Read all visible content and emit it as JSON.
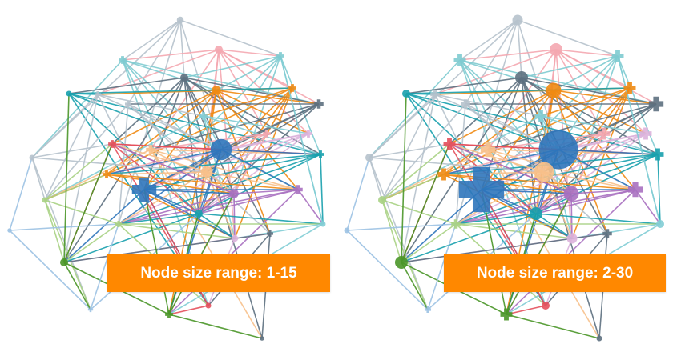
{
  "title": "Network graph node size range comparison",
  "panels": [
    {
      "id": "left",
      "caption": "Node size range: 1-15",
      "size_range": [
        1,
        15
      ]
    },
    {
      "id": "right",
      "caption": "Node size range: 2-30",
      "size_range": [
        2,
        30
      ]
    }
  ],
  "colors": {
    "light-gray": "#b6c2cc",
    "pink": "#f4a7b0",
    "light-teal": "#7ecbd0",
    "dark-slate": "#5d7080",
    "orange": "#f08a12",
    "teal": "#17a0ad",
    "light-cyan": "#82cdd5",
    "lavender": "#dcb3db",
    "red": "#e4505c",
    "peach": "#f7c08a",
    "blue": "#2f76bb",
    "purple": "#a870c0",
    "light-green": "#a8d184",
    "light-blue": "#9cc2e3",
    "green": "#4a9628",
    "label-bg": "#ff8800",
    "label-text": "#ffffff"
  },
  "nodes": [
    {
      "id": 0,
      "shape": "circle",
      "color": "light-gray",
      "size": 3
    },
    {
      "id": 1,
      "shape": "circle",
      "color": "pink",
      "size": 4
    },
    {
      "id": 2,
      "shape": "cross",
      "color": "light-teal",
      "size": 3
    },
    {
      "id": 3,
      "shape": "cross",
      "color": "light-teal",
      "size": 3
    },
    {
      "id": 4,
      "shape": "circle",
      "color": "dark-slate",
      "size": 4
    },
    {
      "id": 5,
      "shape": "circle",
      "color": "orange",
      "size": 5
    },
    {
      "id": 6,
      "shape": "cross",
      "color": "orange",
      "size": 3
    },
    {
      "id": 7,
      "shape": "cross",
      "color": "dark-slate",
      "size": 4
    },
    {
      "id": 8,
      "shape": "circle",
      "color": "teal",
      "size": 2
    },
    {
      "id": 9,
      "shape": "cross",
      "color": "light-gray",
      "size": 2
    },
    {
      "id": 10,
      "shape": "cross",
      "color": "light-gray",
      "size": 2
    },
    {
      "id": 11,
      "shape": "cross",
      "color": "light-cyan",
      "size": 3
    },
    {
      "id": 12,
      "shape": "cross",
      "color": "pink",
      "size": 3
    },
    {
      "id": 13,
      "shape": "cross",
      "color": "lavender",
      "size": 3
    },
    {
      "id": 14,
      "shape": "cross",
      "color": "red",
      "size": 3
    },
    {
      "id": 15,
      "shape": "cross",
      "color": "peach",
      "size": 4
    },
    {
      "id": 16,
      "shape": "circle",
      "color": "blue",
      "size": 15
    },
    {
      "id": 17,
      "shape": "cross",
      "color": "teal",
      "size": 3
    },
    {
      "id": 18,
      "shape": "circle",
      "color": "light-gray",
      "size": 2
    },
    {
      "id": 19,
      "shape": "cross",
      "color": "orange",
      "size": 3
    },
    {
      "id": 20,
      "shape": "circle",
      "color": "peach",
      "size": 7
    },
    {
      "id": 21,
      "shape": "cross",
      "color": "blue",
      "size": 15
    },
    {
      "id": 22,
      "shape": "circle",
      "color": "purple",
      "size": 5
    },
    {
      "id": 23,
      "shape": "cross",
      "color": "purple",
      "size": 4
    },
    {
      "id": 24,
      "shape": "circle",
      "color": "light-green",
      "size": 2
    },
    {
      "id": 25,
      "shape": "circle",
      "color": "teal",
      "size": 4
    },
    {
      "id": 26,
      "shape": "cross",
      "color": "light-green",
      "size": 2
    },
    {
      "id": 27,
      "shape": "circle",
      "color": "light-cyan",
      "size": 2
    },
    {
      "id": 28,
      "shape": "circle",
      "color": "light-blue",
      "size": 1
    },
    {
      "id": 29,
      "shape": "circle",
      "color": "lavender",
      "size": 3
    },
    {
      "id": 30,
      "shape": "cross",
      "color": "dark-slate",
      "size": 2
    },
    {
      "id": 31,
      "shape": "circle",
      "color": "green",
      "size": 4
    },
    {
      "id": 32,
      "shape": "cross",
      "color": "light-blue",
      "size": 1
    },
    {
      "id": 33,
      "shape": "circle",
      "color": "red",
      "size": 2
    },
    {
      "id": 34,
      "shape": "cross",
      "color": "green",
      "size": 3
    },
    {
      "id": 35,
      "shape": "circle",
      "color": "dark-slate",
      "size": 1
    }
  ],
  "edges": [
    [
      0,
      3
    ],
    [
      0,
      2
    ],
    [
      0,
      4
    ],
    [
      0,
      18
    ],
    [
      0,
      10
    ],
    [
      0,
      16
    ],
    [
      0,
      26
    ],
    [
      1,
      3
    ],
    [
      1,
      2
    ],
    [
      1,
      9
    ],
    [
      1,
      6
    ],
    [
      1,
      7
    ],
    [
      1,
      12
    ],
    [
      1,
      20
    ],
    [
      1,
      13
    ],
    [
      1,
      15
    ],
    [
      1,
      29
    ],
    [
      1,
      25
    ],
    [
      2,
      4
    ],
    [
      2,
      5
    ],
    [
      2,
      16
    ],
    [
      2,
      21
    ],
    [
      2,
      22
    ],
    [
      2,
      27
    ],
    [
      2,
      17
    ],
    [
      3,
      5
    ],
    [
      3,
      16
    ],
    [
      3,
      22
    ],
    [
      3,
      25
    ],
    [
      3,
      18
    ],
    [
      3,
      7
    ],
    [
      3,
      33
    ],
    [
      4,
      7
    ],
    [
      4,
      17
    ],
    [
      4,
      25
    ],
    [
      4,
      14
    ],
    [
      4,
      21
    ],
    [
      4,
      30
    ],
    [
      4,
      35
    ],
    [
      4,
      8
    ],
    [
      4,
      22
    ],
    [
      4,
      12
    ],
    [
      4,
      31
    ],
    [
      5,
      6
    ],
    [
      5,
      7
    ],
    [
      5,
      14
    ],
    [
      5,
      21
    ],
    [
      5,
      25
    ],
    [
      5,
      19
    ],
    [
      5,
      23
    ],
    [
      5,
      30
    ],
    [
      5,
      34
    ],
    [
      5,
      9
    ],
    [
      5,
      13
    ],
    [
      6,
      11
    ],
    [
      6,
      20
    ],
    [
      6,
      25
    ],
    [
      6,
      22
    ],
    [
      6,
      19
    ],
    [
      6,
      29
    ],
    [
      7,
      16
    ],
    [
      7,
      25
    ],
    [
      7,
      21
    ],
    [
      7,
      20
    ],
    [
      7,
      15
    ],
    [
      7,
      10
    ],
    [
      8,
      9
    ],
    [
      8,
      17
    ],
    [
      8,
      25
    ],
    [
      8,
      16
    ],
    [
      8,
      33
    ],
    [
      8,
      6
    ],
    [
      9,
      24
    ],
    [
      9,
      31
    ],
    [
      9,
      16
    ],
    [
      9,
      21
    ],
    [
      9,
      11
    ],
    [
      9,
      18
    ],
    [
      10,
      22
    ],
    [
      10,
      23
    ],
    [
      10,
      26
    ],
    [
      10,
      24
    ],
    [
      10,
      30
    ],
    [
      11,
      17
    ],
    [
      11,
      16
    ],
    [
      11,
      24
    ],
    [
      11,
      29
    ],
    [
      11,
      13
    ],
    [
      12,
      21
    ],
    [
      12,
      25
    ],
    [
      12,
      15
    ],
    [
      12,
      22
    ],
    [
      12,
      19
    ],
    [
      12,
      34
    ],
    [
      13,
      25
    ],
    [
      13,
      19
    ],
    [
      13,
      16
    ],
    [
      13,
      21
    ],
    [
      13,
      26
    ],
    [
      14,
      16
    ],
    [
      14,
      22
    ],
    [
      14,
      33
    ],
    [
      14,
      25
    ],
    [
      14,
      31
    ],
    [
      14,
      17
    ],
    [
      15,
      22
    ],
    [
      15,
      25
    ],
    [
      15,
      17
    ],
    [
      15,
      23
    ],
    [
      15,
      24
    ],
    [
      15,
      35
    ],
    [
      16,
      17
    ],
    [
      16,
      25
    ],
    [
      16,
      19
    ],
    [
      16,
      26
    ],
    [
      16,
      23
    ],
    [
      16,
      34
    ],
    [
      16,
      21
    ],
    [
      17,
      25
    ],
    [
      17,
      21
    ],
    [
      17,
      19
    ],
    [
      17,
      26
    ],
    [
      17,
      27
    ],
    [
      18,
      24
    ],
    [
      18,
      14
    ],
    [
      18,
      20
    ],
    [
      18,
      32
    ],
    [
      19,
      22
    ],
    [
      19,
      24
    ],
    [
      19,
      23
    ],
    [
      19,
      29
    ],
    [
      20,
      22
    ],
    [
      20,
      23
    ],
    [
      20,
      25
    ],
    [
      20,
      26
    ],
    [
      20,
      29
    ],
    [
      20,
      19
    ],
    [
      20,
      14
    ],
    [
      21,
      22
    ],
    [
      21,
      23
    ],
    [
      21,
      25
    ],
    [
      21,
      29
    ],
    [
      21,
      31
    ],
    [
      21,
      33
    ],
    [
      22,
      23
    ],
    [
      22,
      25
    ],
    [
      22,
      26
    ],
    [
      22,
      29
    ],
    [
      22,
      14
    ],
    [
      23,
      25
    ],
    [
      23,
      26
    ],
    [
      23,
      27
    ],
    [
      23,
      34
    ],
    [
      24,
      26
    ],
    [
      24,
      14
    ],
    [
      24,
      31
    ],
    [
      24,
      32
    ],
    [
      24,
      19
    ],
    [
      25,
      26
    ],
    [
      25,
      27
    ],
    [
      25,
      29
    ],
    [
      25,
      34
    ],
    [
      25,
      31
    ],
    [
      26,
      31
    ],
    [
      26,
      27
    ],
    [
      26,
      29
    ],
    [
      26,
      33
    ],
    [
      27,
      29
    ],
    [
      27,
      34
    ],
    [
      27,
      2
    ],
    [
      28,
      18
    ],
    [
      28,
      26
    ],
    [
      28,
      32
    ],
    [
      29,
      30
    ],
    [
      29,
      31
    ],
    [
      29,
      33
    ],
    [
      30,
      33
    ],
    [
      30,
      35
    ],
    [
      30,
      31
    ],
    [
      31,
      34
    ],
    [
      31,
      8
    ],
    [
      31,
      14
    ],
    [
      31,
      32
    ],
    [
      32,
      26
    ],
    [
      32,
      25
    ],
    [
      33,
      34
    ],
    [
      33,
      21
    ],
    [
      34,
      35
    ],
    [
      34,
      21
    ],
    [
      34,
      22
    ],
    [
      34,
      25
    ]
  ]
}
